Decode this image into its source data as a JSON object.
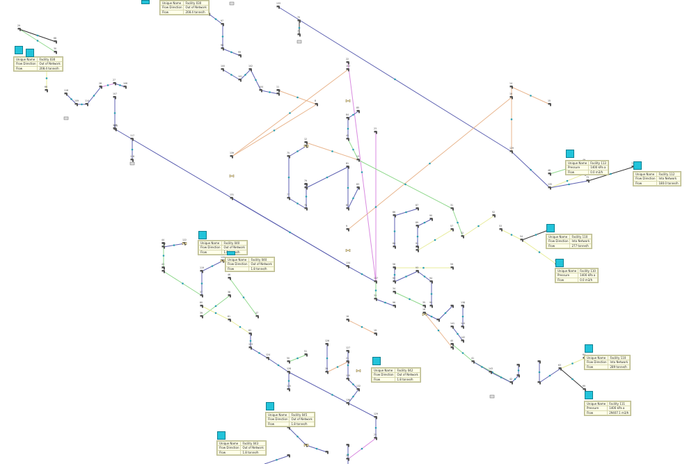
{
  "colors": {
    "navy": "#5b5fb0",
    "green": "#8fd88c",
    "orange": "#e8b48c",
    "magenta": "#d98ae0",
    "yellow": "#e8ec9a",
    "dark": "#2f2f2f",
    "node": "#555555",
    "tank": "#22c3da"
  },
  "facilities": [
    {
      "id": "f030",
      "name": "Facility 030",
      "direction": "Out of Network",
      "flow": "208.4 tonne/h"
    },
    {
      "id": "f039",
      "name": "Facility 030",
      "direction": "Out of Network",
      "flow": "208.4 tonne/h"
    },
    {
      "id": "f113",
      "name": "Facility 113",
      "pressure": "1400 kPa a",
      "flow": "0.0 m3/h"
    },
    {
      "id": "f112",
      "name": "Facility 112",
      "direction": "Into Network",
      "flow": "180.0 tonne/h"
    },
    {
      "id": "f040",
      "name": "Facility 040",
      "direction": "Out of Network",
      "flow": "1.8 tonne/h"
    },
    {
      "id": "f046",
      "name": "Facility 040",
      "direction": "Out of Network",
      "flow": "1.8 tonne/h"
    },
    {
      "id": "f110",
      "name": "Facility 110",
      "direction": "Into Network",
      "flow": "277 tonne/h"
    },
    {
      "id": "f110p",
      "name": "Facility 110",
      "pressure": "1400 kPa a",
      "flow": "0.0 m3/h"
    },
    {
      "id": "f042",
      "name": "Facility 042",
      "direction": "Out of Network",
      "flow": "1.8 tonne/h"
    },
    {
      "id": "f115",
      "name": "Facility 110",
      "direction": "Into Network",
      "flow": "289 tonne/h"
    },
    {
      "id": "f111",
      "name": "Facility 111",
      "pressure": "1400 kPa a",
      "flow": "29407.1 m3/h"
    },
    {
      "id": "f045",
      "name": "Facility 045",
      "direction": "Out of Network",
      "flow": "1.8 tonne/h"
    },
    {
      "id": "f043",
      "name": "Facility 043",
      "direction": "Out of Network",
      "flow": "1.8 tonne/h"
    }
  ],
  "field_labels": {
    "unique_name": "Unique Name",
    "flow_direction": "Flow Direction",
    "pressure": "Pressure",
    "flow": "Flow"
  },
  "node_labels": [
    "133",
    "129",
    "113",
    "134",
    "131",
    "137",
    "128",
    "129",
    "135",
    "139",
    "103",
    "8",
    "9",
    "10",
    "11",
    "12",
    "13",
    "14",
    "15",
    "16",
    "17",
    "18",
    "19",
    "20",
    "21",
    "22",
    "23",
    "24",
    "25",
    "26",
    "27",
    "28",
    "29",
    "30",
    "31",
    "32",
    "33",
    "34",
    "35",
    "36",
    "37",
    "38",
    "39",
    "40",
    "41",
    "42",
    "43",
    "44",
    "45",
    "46",
    "47",
    "48",
    "49",
    "50",
    "51",
    "52",
    "53",
    "54",
    "55",
    "56",
    "57",
    "58",
    "59",
    "60",
    "61",
    "62",
    "63",
    "64",
    "65",
    "66",
    "67",
    "68",
    "69",
    "70",
    "71",
    "72",
    "73",
    "74",
    "75",
    "76",
    "77",
    "78",
    "79",
    "80",
    "81",
    "82",
    "83",
    "84",
    "85",
    "86",
    "87",
    "88",
    "89",
    "90",
    "91",
    "92",
    "93",
    "94",
    "95",
    "96",
    "97",
    "98",
    "99",
    "100",
    "101",
    "102",
    "104",
    "105",
    "106",
    "107",
    "108",
    "109",
    "114",
    "116",
    "117",
    "118",
    "119",
    "120",
    "121",
    "122",
    "123",
    "124",
    "125",
    "126",
    "127",
    "130",
    "132",
    "136",
    "138",
    "140",
    "141",
    "142",
    "143"
  ]
}
